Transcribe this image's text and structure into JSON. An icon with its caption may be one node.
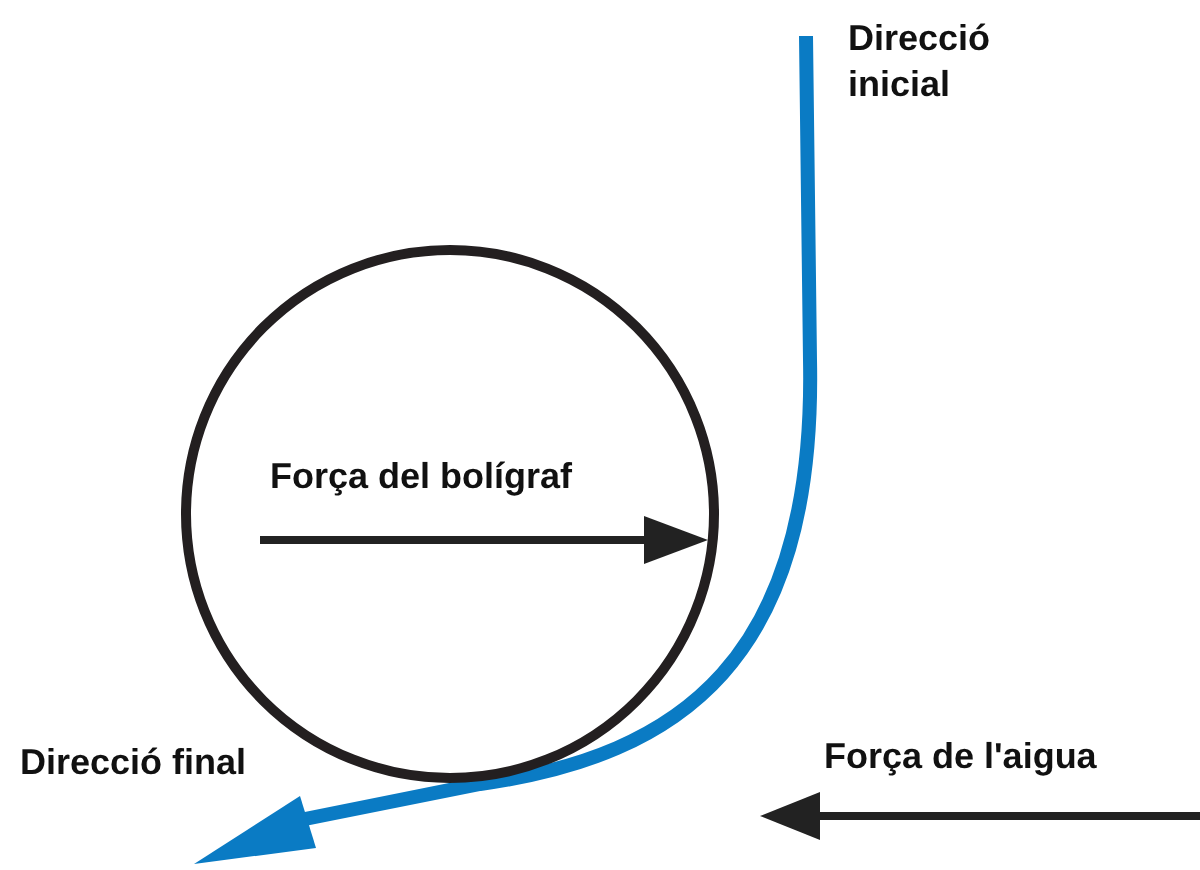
{
  "diagram": {
    "nodes": [
      {
        "text": [
          "Força del bolígraf"
        ]
      }
    ],
    "edges": [],
    "labels": [
      "Direcció inicial",
      "Direcció final",
      "Força de l'aigua"
    ]
  }
}
